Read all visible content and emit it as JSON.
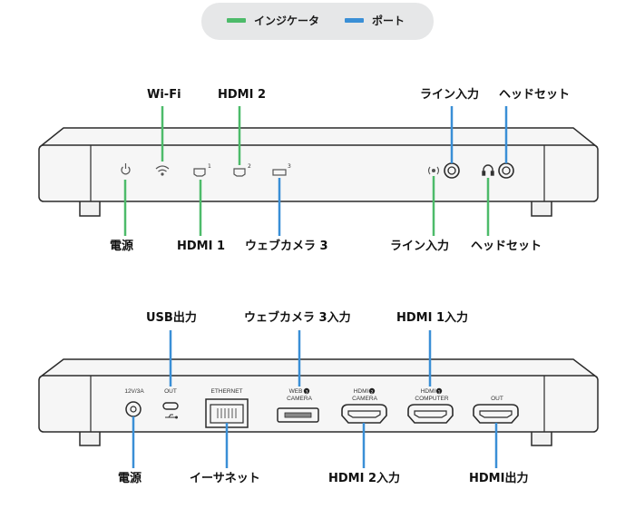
{
  "legend": [
    {
      "label": "インジケータ",
      "color": "#4dbb6a"
    },
    {
      "label": "ポート",
      "color": "#3a8fd6"
    }
  ],
  "colors": {
    "indicator": "#4dbb6a",
    "port": "#3a8fd6",
    "device_fill": "#f6f6f6",
    "device_stroke": "#2b2b2b"
  },
  "front": {
    "top_labels": {
      "wifi": "Wi-Fi",
      "hdmi2": "HDMI 2",
      "line_in": "ライン入力",
      "headset": "ヘッドセット"
    },
    "bottom_labels": {
      "power": "電源",
      "hdmi1": "HDMI 1",
      "webcam3": "ウェブカメラ 3",
      "line_in": "ライン入力",
      "headset": "ヘッドセット"
    },
    "superscripts": {
      "hdmi1": "1",
      "hdmi2": "2",
      "webcam": "3"
    }
  },
  "back": {
    "top_labels": {
      "usb_out": "USB出力",
      "webcam3_in": "ウェブカメラ 3入力",
      "hdmi1_in": "HDMI 1入力"
    },
    "bottom_labels": {
      "power": "電源",
      "ethernet": "イーサネット",
      "hdmi2_in": "HDMI 2入力",
      "hdmi_out": "HDMI出力"
    },
    "panel_text": {
      "dc": "12V/3A",
      "usb": "OUT",
      "ethernet": "ETHERNET",
      "web_line1": "WEB",
      "web_num": "3",
      "web_line2": "CAMERA",
      "hdmi2_line1": "HDMI",
      "hdmi2_num": "2",
      "hdmi2_line2": "CAMERA",
      "hdmi1_line1": "HDMI",
      "hdmi1_num": "1",
      "hdmi1_line2": "COMPUTER",
      "hdmiout": "OUT"
    }
  }
}
